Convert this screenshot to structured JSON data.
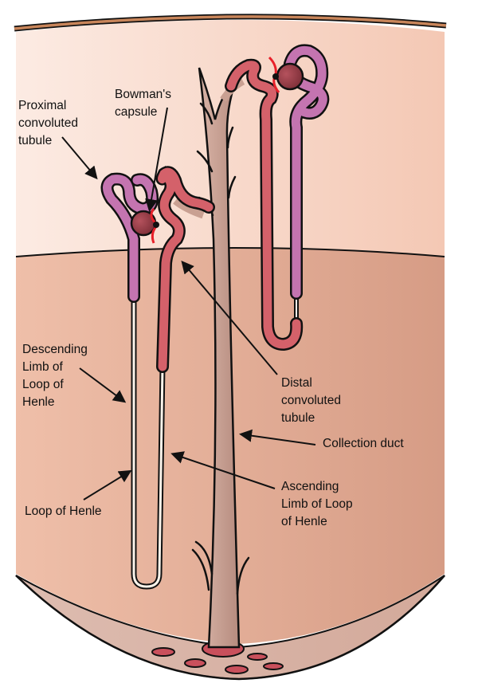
{
  "diagram": {
    "title": "Nephron structure",
    "labels": {
      "proximal": "Proximal\nconvoluted\ntubule",
      "bowman": "Bowman's\ncapsule",
      "descending": "Descending\nLimb of\nLoop of\nHenle",
      "loop": "Loop of Henle",
      "distal": "Distal\nconvoluted\ntubule",
      "collection": "Collection duct",
      "ascending": "Ascending\nLimb of Loop\nof Henle"
    },
    "regions": [
      "cortex",
      "medulla",
      "renal pelvis"
    ],
    "colors": {
      "cortex": "#f6d3c3",
      "cortex_light": "#fbe6dd",
      "medulla": "#dea48c",
      "medulla_light": "#efbfa8",
      "capsule_edge": "#c8855a",
      "proximal_tubule": "#c474b0",
      "distal_tubule": "#d4616a",
      "glomerulus": "#8c3a44",
      "artery": "#e8202a",
      "collecting_duct": "#c9a092",
      "thin_limb": "#faf3ea",
      "outline": "#111111"
    }
  }
}
